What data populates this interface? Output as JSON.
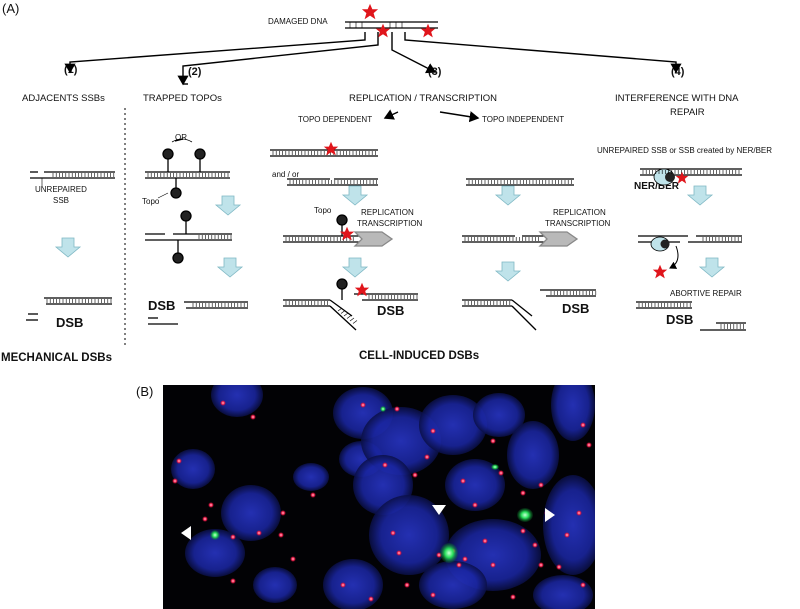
{
  "panels": {
    "a": "(A)",
    "b": "(B)"
  },
  "header": {
    "damaged_dna": "DAMAGED DNA"
  },
  "steps": [
    {
      "number": "(1)",
      "title": "ADJACENTS SSBs"
    },
    {
      "number": "(2)",
      "title": "TRAPPED TOPOs"
    },
    {
      "number": "(3)",
      "title": "REPLICATION / TRANSCRIPTION"
    },
    {
      "number": "(4)",
      "title": "INTERFERENCE WITH DNA",
      "title2": "REPAIR"
    }
  ],
  "sub": {
    "topo_dependent": "TOPO DEPENDENT",
    "topo_independent": "TOPO INDEPENDENT"
  },
  "labels": {
    "unrepaired": "UNREPAIRED",
    "ssb": "SSB",
    "or": "OR",
    "topo": "Topo",
    "and_or": "and / or",
    "replication": "REPLICATION",
    "transcription": "TRANSCRIPTION",
    "unrepaired_ssb_ner": "UNREPAIRED SSB or SSB created by NER/BER",
    "ner_ber": "NER/BER",
    "abortive": "ABORTIVE REPAIR",
    "dsb": "DSB"
  },
  "footer": {
    "mechanical": "MECHANICAL DSBs",
    "cell_induced": "CELL-INDUCED DSBs"
  },
  "colors": {
    "star": "#e0151b",
    "arrow_block": "#bfe3ea",
    "nucleus": "#1d2bb8",
    "foci_red": "#ff2a55",
    "foci_green": "#28e05a",
    "background": "#020205"
  }
}
